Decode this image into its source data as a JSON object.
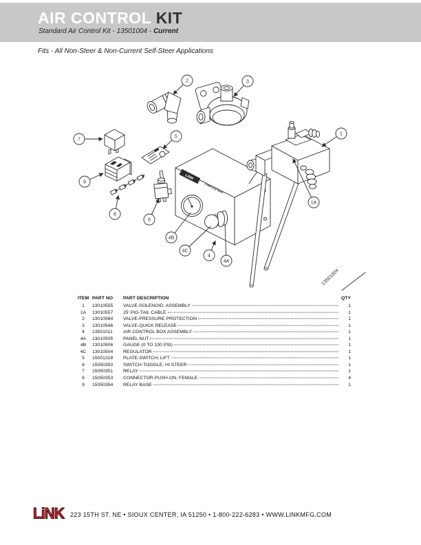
{
  "header": {
    "title_primary": "AIR CONTROL",
    "title_secondary": "KIT",
    "subtitle_prefix": "Standard Air Control Kit - 13501004 - ",
    "subtitle_emphasis": "Current",
    "fits_line": "Fits - All Non-Steer & Non-Current Self-Steer Applications"
  },
  "diagram": {
    "part_number_stamp": "13501004",
    "box_label_logo": "LINK",
    "box_label_phone": "1-800-222-6283",
    "callouts": {
      "c1": "1",
      "c1a": "1A",
      "c2": "2",
      "c3": "3",
      "c4": "4",
      "c4a": "4A",
      "c4b": "4B",
      "c4c": "4C",
      "c5": "5",
      "c6": "6",
      "c7": "7",
      "c8": "8",
      "c9": "9"
    }
  },
  "table": {
    "headers": {
      "item": "ITEM",
      "part_no": "PART NO",
      "description": "PART DESCRIPTION",
      "qty": "QTY"
    },
    "rows": [
      {
        "item": "1",
        "part_no": "13010555",
        "description": "VALVE-SOLENOID, ASSEMBLY",
        "qty": "1"
      },
      {
        "item": "1A",
        "part_no": "13010557",
        "description": "25' PIG-TAIL CABLE",
        "qty": "1"
      },
      {
        "item": "2",
        "part_no": "13010084",
        "description": "VALVE-PRESSURE PROTECTION",
        "qty": "1"
      },
      {
        "item": "3",
        "part_no": "13010546",
        "description": "VALVE-QUICK RELEASE",
        "qty": "1"
      },
      {
        "item": "4",
        "part_no": "13501011",
        "description": "AIR CONTROL BOX ASSEMBLY",
        "qty": "1"
      },
      {
        "item": "4A",
        "part_no": "13010505",
        "description": "PANEL NUT",
        "qty": "1"
      },
      {
        "item": "4B",
        "part_no": "13010506",
        "description": "GAUGE (0 TO 100 PSI)",
        "qty": "1"
      },
      {
        "item": "4C",
        "part_no": "13010504",
        "description": "REGULATOR",
        "qty": "1"
      },
      {
        "item": "5",
        "part_no": "15001318",
        "description": "PLATE-SWITCH, LIFT",
        "qty": "1"
      },
      {
        "item": "6",
        "part_no": "15050350",
        "description": "SWITCH-TOGGLE, HI STEER",
        "qty": "1"
      },
      {
        "item": "7",
        "part_no": "15050351",
        "description": "RELAY",
        "qty": "1"
      },
      {
        "item": "8",
        "part_no": "15050353",
        "description": "CONNECTOR-PUSH-ON, FEMALE",
        "qty": "4"
      },
      {
        "item": "9",
        "part_no": "15050354",
        "description": "RELAY BASE",
        "qty": "1"
      }
    ]
  },
  "footer": {
    "logo_text": "LiNK",
    "address_line": "223 15TH ST. NE • SIOUX CENTER, IA 51250 • 1-800-222-6283 • WWW.LINKMFG.COM"
  },
  "colors": {
    "banner_gray": "#c8c8c8",
    "logo_red": "#c5252b",
    "ink": "#1c1c1c",
    "line": "#2b2b2b"
  }
}
